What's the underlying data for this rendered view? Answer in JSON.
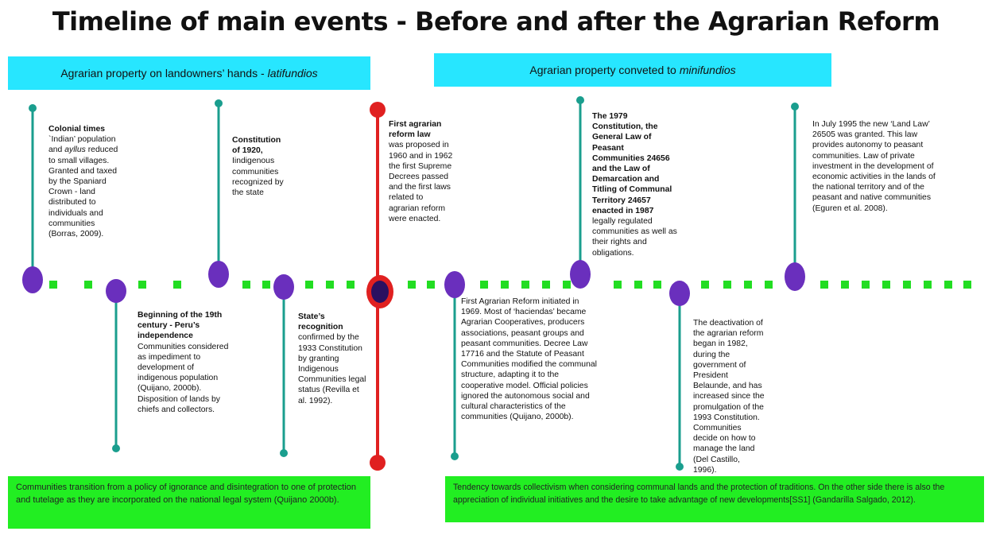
{
  "title": "Timeline of main events - Before and after the Agrarian Reform",
  "colors": {
    "band": "#27e6ff",
    "box": "#22ee22",
    "dot": "#22dd22",
    "event": "#6a2fbd",
    "stem": "#1a9e8e",
    "reform": "#e02020",
    "reform_center": "#2a1060"
  },
  "bands": {
    "left": {
      "text": "Agrarian property on landowners’ hands - ",
      "italic": "latifundios"
    },
    "right": {
      "text": "Agrarian property conveted to ",
      "italic": "minifundios"
    }
  },
  "events": {
    "colonial": {
      "heading": "Colonial times",
      "t1": " `Indian’ population and ",
      "it": "ayllus",
      "t2": " reduced to small villages. Granted and taxed by the Spaniard Crown - land distributed to individuals and communities (Borras, 2009)."
    },
    "independence": {
      "heading": "Beginning of the 19th century -  Peru’s independence",
      "body": "Communities considered as impediment to development of indigenous population (Quijano, 2000b). Disposition of  lands by chiefs and collectors."
    },
    "constitution1920": {
      "heading": "Constitution of 1920,",
      "body": "Iindigenous communities recognized by the state"
    },
    "recognition": {
      "heading": "State’s recognition",
      "body": "confirmed by the 1933 Constitution by granting Indigenous Communities legal status (Revilla et al. 1992)."
    },
    "reform_law": {
      "heading": "First agrarian reform law",
      "body": "was proposed in 1960 and in 1962 the first Supreme Decrees passed and the first laws related to agrarian reform were enacted."
    },
    "first_reform": {
      "body": "First Agrarian Reform initiated in 1969. Most of ‘haciendas’ became Agrarian Cooperatives, producers associations, peasant groups and peasant communities. Decree Law 17716 and the Statute of Peasant Communities modified the communal structure, adapting it to the cooperative model. Official policies ignored the autonomous social and cultural characteristics of the communities (Quijano, 2000b)."
    },
    "constitution1979": {
      "heading": "The 1979 Constitution, the General Law of Peasant Communities 24656 and the Law of Demarcation and Titling of Communal Territory 24657 enacted in 1987",
      "body": "legally regulated communities as well as their rights and obligations."
    },
    "deactivation": {
      "body": "The deactivation of the agrarian reform began in 1982, during the government of President Belaunde, and has increased since the promulgation of the 1993 Constitution. Communities decide on how to manage the land (Del Castillo, 1996)."
    },
    "landlaw1995": {
      "body": "In July 1995 the new ‘Land Law’ 26505 was granted. This law provides autonomy to peasant communities. Law of private investment in the development of economic activities in the lands of the national territory and of the peasant and native communities (Eguren et al. 2008)."
    }
  },
  "boxes": {
    "left": "Communities transition from  a policy of ignorance and disintegration to one of protection and tutelage as they are incorporated on  the national legal system (Quijano 2000b).",
    "right": "Tendency towards collectivism when considering communal lands and the protection of traditions. On the other side there is also the appreciation of individual initiatives and the desire to take advantage of new developments[SS1]  (Gandarilla Salgado, 2012)."
  }
}
